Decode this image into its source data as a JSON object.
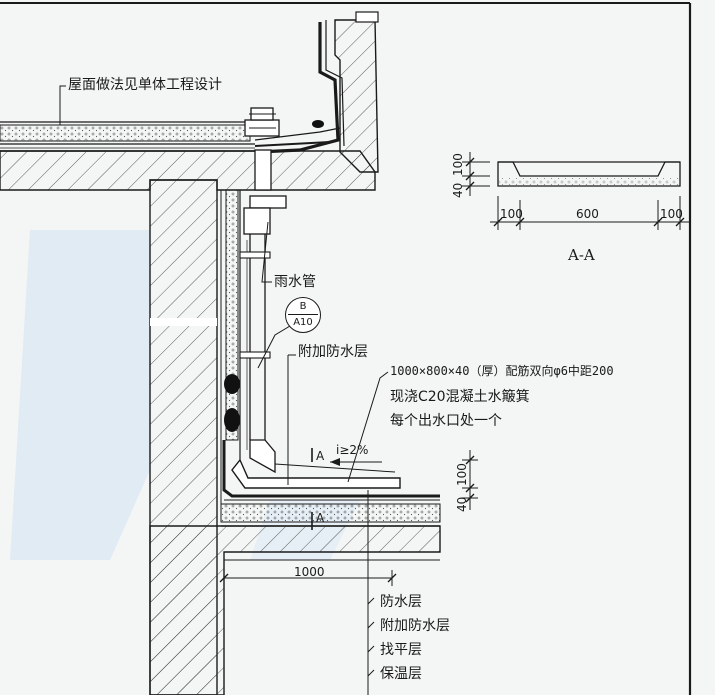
{
  "labels": {
    "roof_note": "屋面做法见单体工程设计",
    "downpipe": "雨水管",
    "extra_waterproof": "附加防水层",
    "basin_spec": "1000×800×40（厚）配筋双向φ6中距200",
    "basin_material": "现浇C20混凝土水簸箕",
    "basin_per_outlet": "每个出水口处一个",
    "slope": "i≥2%",
    "section_mark": "A",
    "section_mark_lower": "A"
  },
  "detail_ref": {
    "letter": "B",
    "sheet": "A10"
  },
  "layers": [
    "防水层",
    "附加防水层",
    "找平层",
    "保温层"
  ],
  "dimensions": {
    "section_aa": {
      "left": "100",
      "center": "600",
      "right": "100",
      "height_top": "100",
      "height_bottom": "40"
    },
    "basin_height_top": "100",
    "basin_height_bottom": "40",
    "basin_length": "1000"
  },
  "section_caption": "A-A",
  "colors": {
    "line": "#1a1a1a",
    "paper": "#f4f6f6",
    "watermark": "#bcd7ea",
    "insulation": "#efefef"
  }
}
